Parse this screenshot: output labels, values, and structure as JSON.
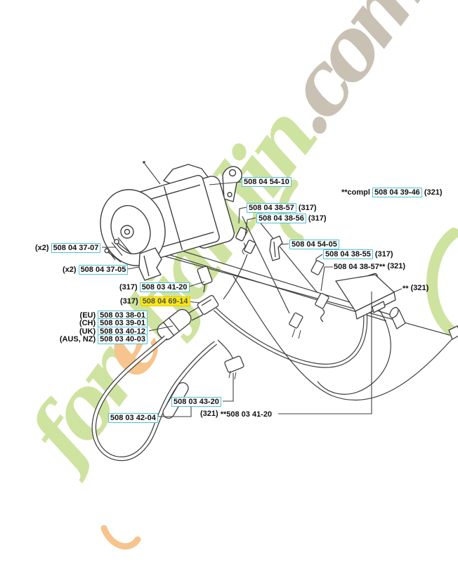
{
  "watermark": {
    "segments": [
      {
        "text": "for",
        "tone": "green"
      },
      {
        "text": "e",
        "tone": "orange"
      },
      {
        "text": "tjardin",
        "tone": "green"
      },
      {
        "text": ".com",
        "tone": "gray"
      }
    ]
  },
  "colors": {
    "box_border": "#4ec2d4",
    "box_bg": "#ffffff",
    "highlight_bg": "#ffe70f",
    "line": "#3f3f3f",
    "wm_green": "#cfe3a0",
    "wm_orange": "#f6c48c",
    "wm_gray": "#c9c1b3"
  },
  "labels": {
    "l1": {
      "part": "508 04 54-10"
    },
    "l2": {
      "prefix": "**compl",
      "part": "508 04 39-46",
      "suffix": "(321)"
    },
    "l3": {
      "part": "508 04 38-57",
      "suffix": "(317)"
    },
    "l4": {
      "part": "508 04 38-56",
      "suffix": "(317)"
    },
    "l5": {
      "part": "508 04 54-05"
    },
    "l6": {
      "part": "508 04 38-55",
      "suffix": "(317)"
    },
    "l7": {
      "part": "508 04 38-57**",
      "suffix": "(321)"
    },
    "l8": {
      "part": "**",
      "suffix": "(321)"
    },
    "l9": {
      "prefix": "(x2)",
      "part": "508 04 37-07"
    },
    "l10": {
      "prefix": "(x2)",
      "part": "508 04 37-05"
    },
    "l11": {
      "prefix": "(317)",
      "part": "508 03 41-20"
    },
    "l12": {
      "prefix": "(317)",
      "part": "508 04 69-14",
      "highlighted": true
    },
    "l13": {
      "prefix": "(EU)",
      "part": "508 03 38-01"
    },
    "l14": {
      "prefix": "(CH)",
      "part": "508 03 39-01"
    },
    "l15": {
      "prefix": "(UK)",
      "part": "508 03 40-12"
    },
    "l16": {
      "prefix": "(AUS, NZ)",
      "part": "508 03 40-03"
    },
    "l17": {
      "part": "508 03 43-20"
    },
    "l18": {
      "prefix": "(321)",
      "part": "**508 03 41-20"
    },
    "l19": {
      "part": "508 03 42-04"
    }
  }
}
